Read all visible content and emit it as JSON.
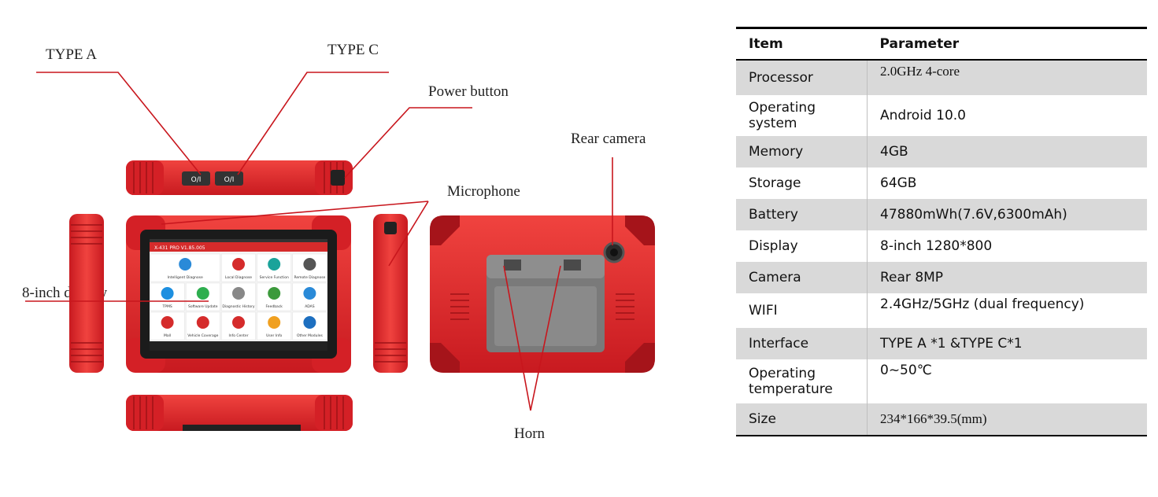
{
  "callouts": {
    "type_a": "TYPE A",
    "type_c": "TYPE C",
    "power_button": "Power button",
    "rear_camera": "Rear camera",
    "microphone": "Microphone",
    "display": "8-inch display",
    "horn": "Horn"
  },
  "device": {
    "button_label": "O/I",
    "screen_title": "X-431 PRO V1.85.005",
    "apps": [
      {
        "label": "Intelligent Diagnose"
      },
      {
        "label": "Local Diagnose"
      },
      {
        "label": "Service Function"
      },
      {
        "label": "Remote Diagnose"
      },
      {
        "label": "TPMS"
      },
      {
        "label": "Software Update"
      },
      {
        "label": "Diagnostic History"
      },
      {
        "label": "Feedback"
      },
      {
        "label": "ADAS"
      },
      {
        "label": "Mall"
      },
      {
        "label": "Vehicle Coverage"
      },
      {
        "label": "Info Center"
      },
      {
        "label": "User Info"
      },
      {
        "label": "Other Modules"
      }
    ]
  },
  "spec_table": {
    "header": {
      "item": "Item",
      "parameter": "Parameter"
    },
    "rows": [
      {
        "item": "Processor",
        "value": "2.0GHz 4-core"
      },
      {
        "item": "Operating system",
        "value": "Android 10.0"
      },
      {
        "item": "Memory",
        "value": "4GB"
      },
      {
        "item": "Storage",
        "value": "64GB"
      },
      {
        "item": "Battery",
        "value": "47880mWh(7.6V,6300mAh)"
      },
      {
        "item": "Display",
        "value": "8-inch 1280*800"
      },
      {
        "item": "Camera",
        "value": "Rear 8MP"
      },
      {
        "item": "WIFI",
        "value": "2.4GHz/5GHz (dual frequency)"
      },
      {
        "item": "Interface",
        "value": "TYPE A *1 &TYPE C*1"
      },
      {
        "item": "Operating temperature",
        "value": "0~50℃"
      },
      {
        "item": "Size",
        "value": "234*166*39.5(mm)"
      }
    ]
  },
  "colors": {
    "device_red": "#e5262b",
    "device_dark_red": "#b5161b",
    "screen_frame": "#1b1b1b",
    "leader_line": "#c8161d",
    "table_band": "#d9d9d9"
  }
}
